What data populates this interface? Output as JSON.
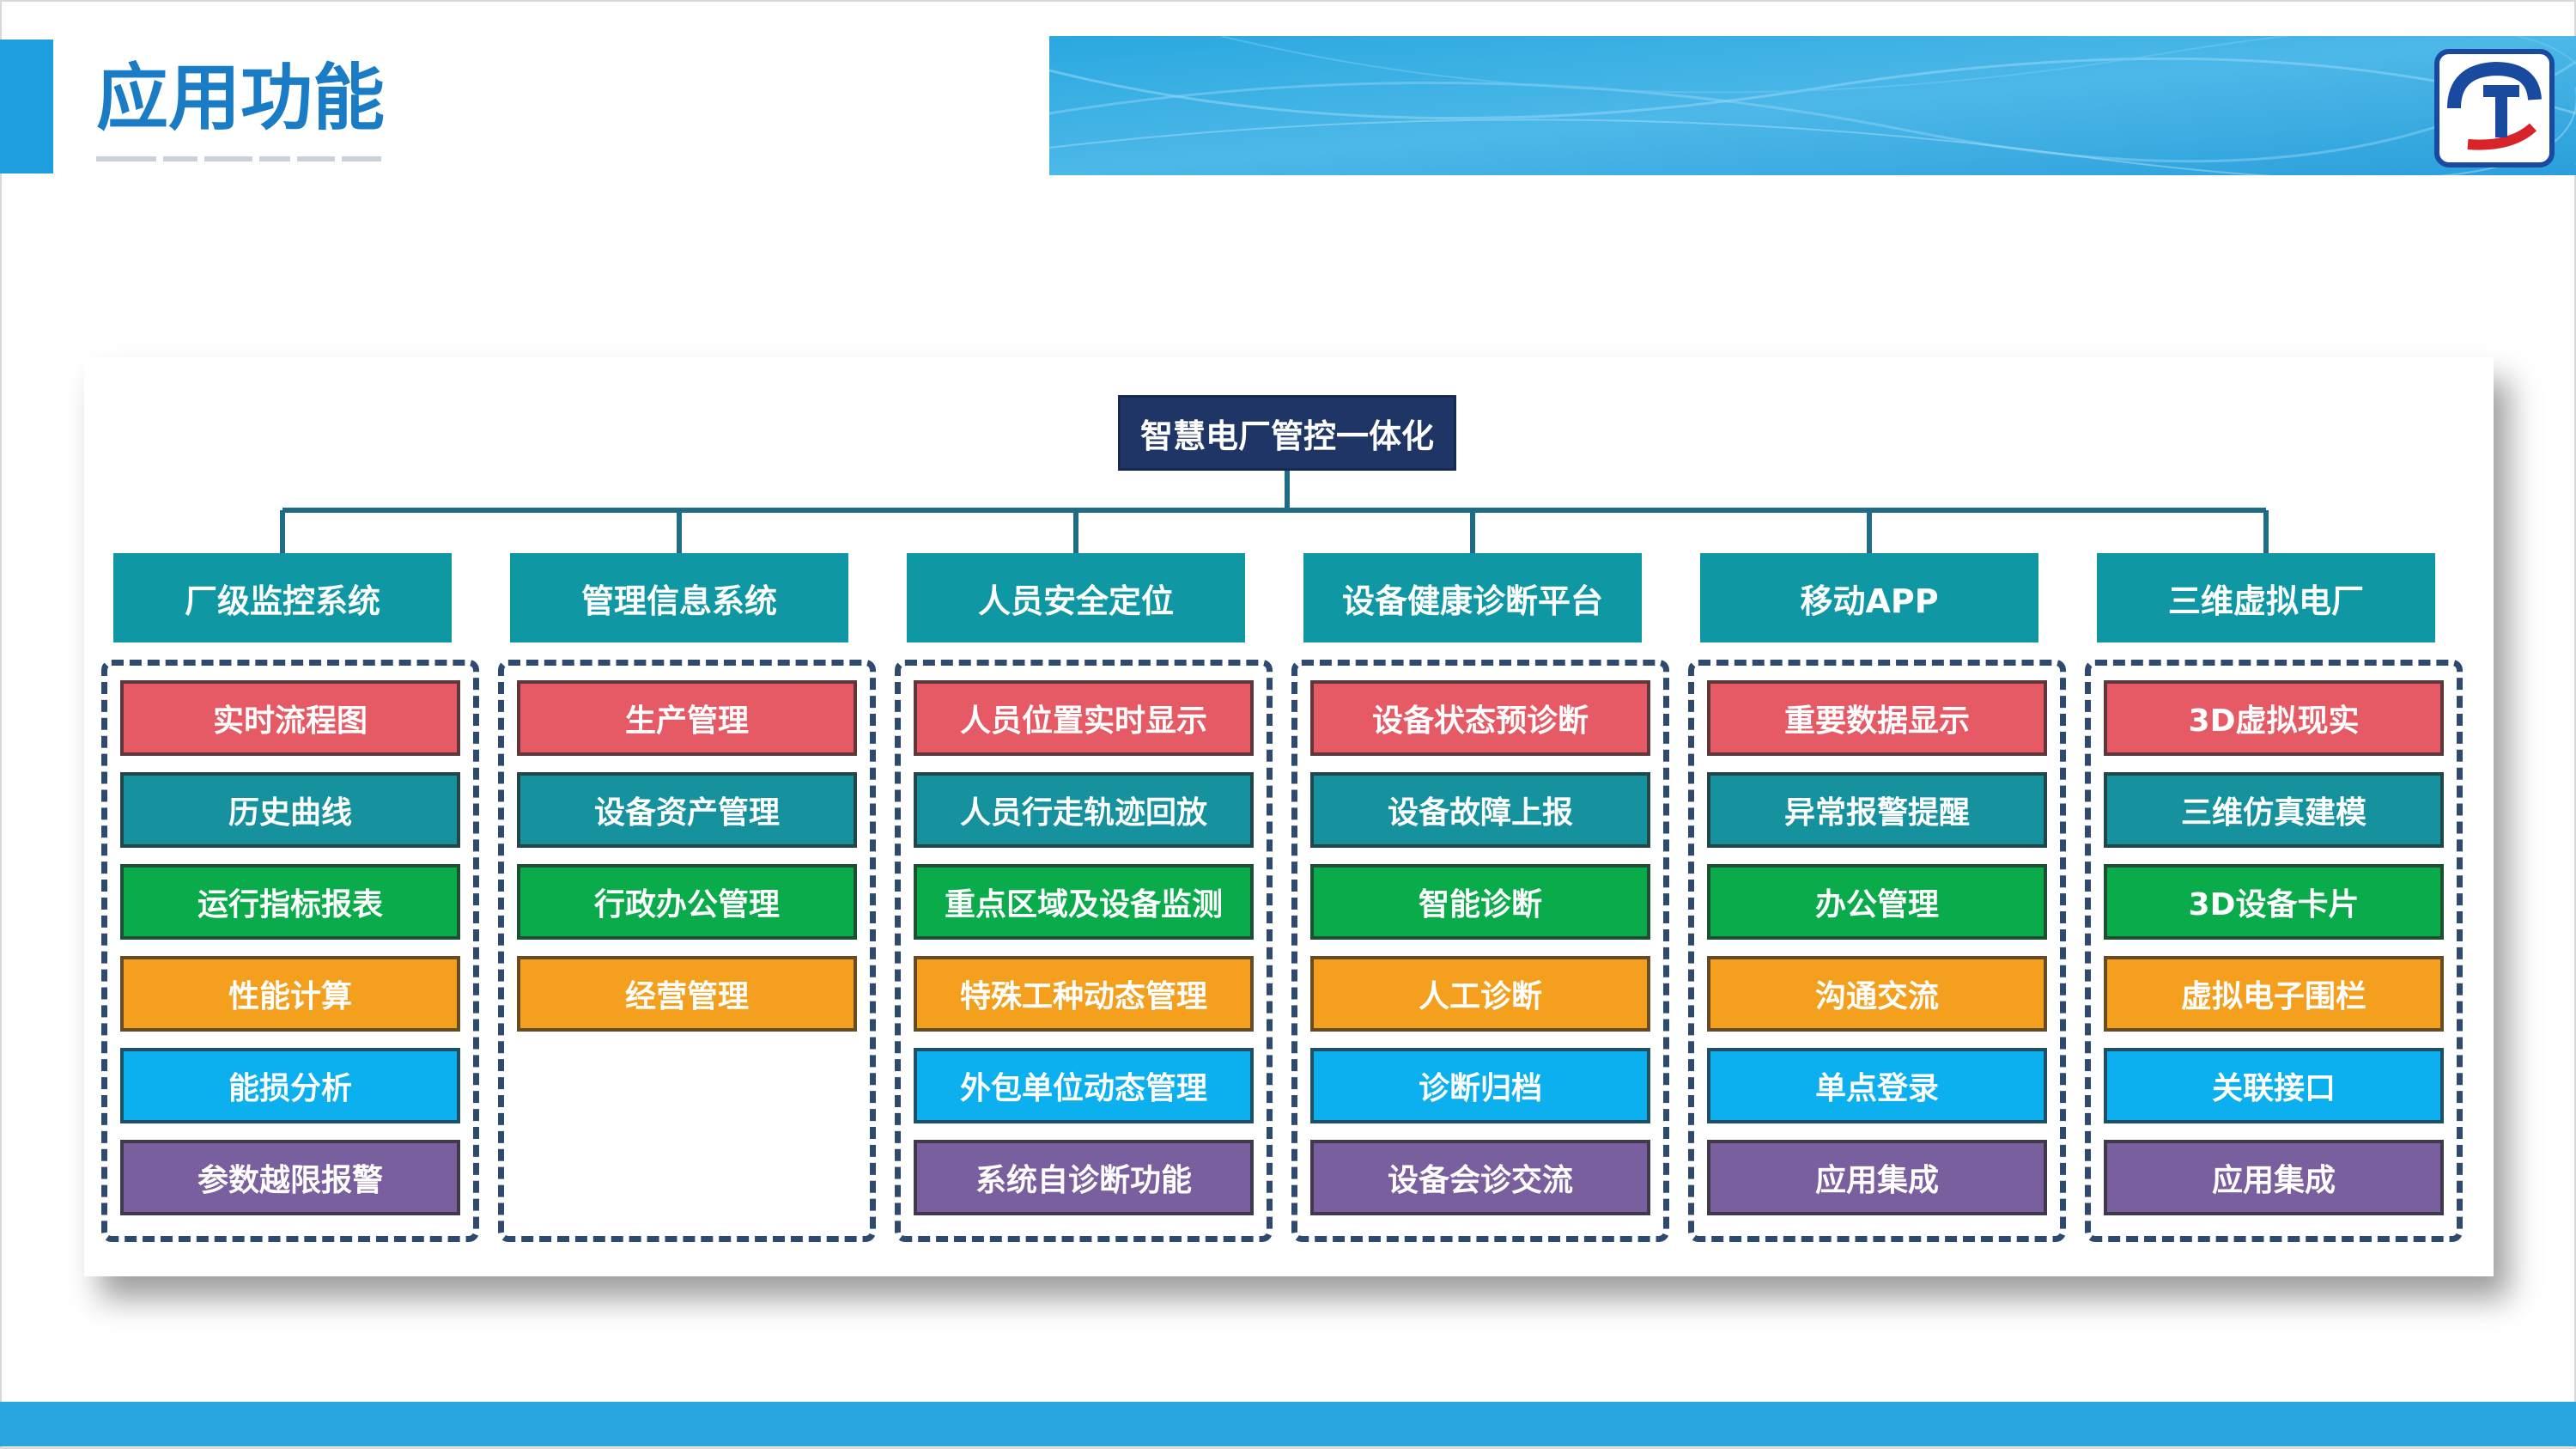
{
  "page": {
    "title": "应用功能",
    "accent_color": "#1f9fde",
    "title_color": "#1a7cc4"
  },
  "diagram": {
    "root": "智慧电厂管控一体化",
    "colors": {
      "root": "#1f3566",
      "category": "#0f97a4",
      "dashed_border": "#2f4a6f",
      "red": "#e55a64",
      "teal": "#16919e",
      "green": "#0aab4a",
      "orange": "#f4a01e",
      "blue": "#0db0ee",
      "purple": "#7a5f9f"
    },
    "item_color_order": [
      "red",
      "teal",
      "green",
      "orange",
      "blue",
      "purple"
    ],
    "columns": [
      {
        "title": "厂级监控系统",
        "items": [
          "实时流程图",
          "历史曲线",
          "运行指标报表",
          "性能计算",
          "能损分析",
          "参数越限报警"
        ]
      },
      {
        "title": "管理信息系统",
        "items": [
          "生产管理",
          "设备资产管理",
          "行政办公管理",
          "经营管理"
        ]
      },
      {
        "title": "人员安全定位",
        "items": [
          "人员位置实时显示",
          "人员行走轨迹回放",
          "重点区域及设备监测",
          "特殊工种动态管理",
          "外包单位动态管理",
          "系统自诊断功能"
        ]
      },
      {
        "title": "设备健康诊断平台",
        "items": [
          "设备状态预诊断",
          "设备故障上报",
          "智能诊断",
          "人工诊断",
          "诊断归档",
          "设备会诊交流"
        ]
      },
      {
        "title": "移动APP",
        "items": [
          "重要数据显示",
          "异常报警提醒",
          "办公管理",
          "沟通交流",
          "单点登录",
          "应用集成"
        ]
      },
      {
        "title": "三维虚拟电厂",
        "items": [
          "3D虚拟现实",
          "三维仿真建模",
          "3D设备卡片",
          "虚拟电子围栏",
          "关联接口",
          "应用集成"
        ]
      }
    ]
  }
}
